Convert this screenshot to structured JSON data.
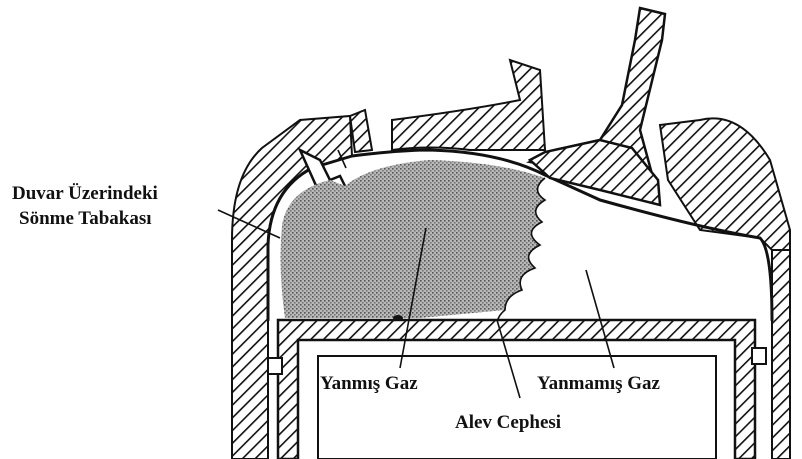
{
  "labels": {
    "quench_layer_line1": "Duvar Üzerindeki",
    "quench_layer_line2": "Sönme Tabakası",
    "burned_gas": "Yanmış Gaz",
    "unburned_gas": "Yanmamış Gaz",
    "flame_front": "Alev Cephesi"
  },
  "colors": {
    "ink": "#111111",
    "burned_fill": "#9a9a9a",
    "background": "#ffffff"
  }
}
